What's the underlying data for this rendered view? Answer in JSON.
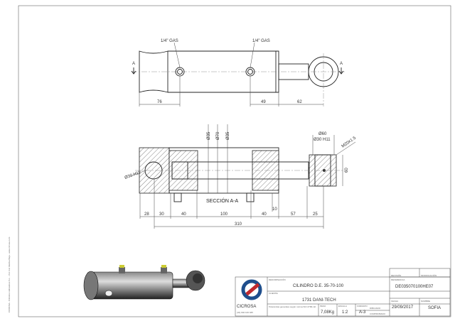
{
  "side_text": "CICROSA - Cilindros Hidráulicos S.L. - Pol. Ind. Mutilva Baja - www.cicrosa.com",
  "top_view": {
    "port_labels": [
      "1/4\" GAS",
      "1/4\" GAS"
    ],
    "section_marker": "A",
    "dimensions": [
      "76",
      "49",
      "62"
    ]
  },
  "section_view": {
    "title": "SECCIÓN A-A",
    "diameters": [
      "Ø35",
      "Ø70",
      "Ø35",
      "Ø60",
      "Ø30 H11",
      "Ø30 H11"
    ],
    "thread_label": "M20x1.5",
    "eye_height": "60",
    "gland_dim": "10",
    "dimensions": [
      "28",
      "30",
      "40",
      "100",
      "40",
      "57",
      "25"
    ],
    "total_length": "310"
  },
  "title_block": {
    "company": "CICROSA",
    "phone": "(34) 902 100 045",
    "designation_label": "DENOMINACIÓN",
    "designation": "CILINDRO D.E. 35-70-100",
    "client_label": "CLIENTE",
    "client": "1731 DANI-TECH",
    "note": "Tolerancias generales según norma ISO 2768-mK",
    "weight_label": "PESO",
    "weight": "7,08Kg",
    "scale_label": "ESCALA",
    "scale": "1:2",
    "format_label": "FORMATO",
    "format": "A-3",
    "drawn_label": "DIBUJADO",
    "checked_label": "COMPROBADO",
    "code_label": "REFERENCIA",
    "code": "DE035070100HE07",
    "date_label": "FECHA",
    "date": "29/09/2017",
    "author_label": "NOMBRE",
    "author": "SOFIA",
    "revision_label": "REVISIÓN",
    "modification_label": "MODIFICACIÓN"
  },
  "colors": {
    "brand_blue": "#1f4e8c",
    "brand_red": "#c0282d"
  }
}
